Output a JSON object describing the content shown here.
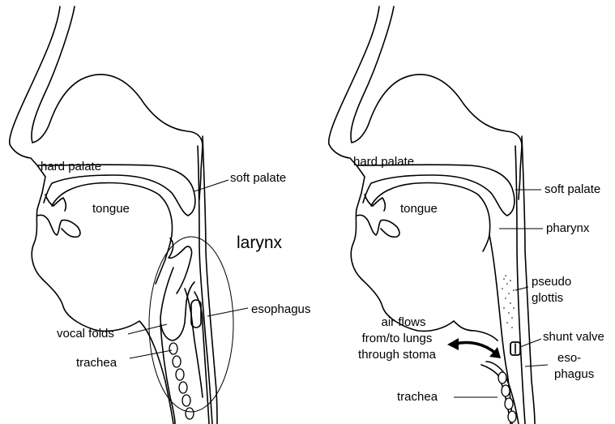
{
  "diagrams": [
    {
      "labels": {
        "hard_palate": "hard palate",
        "soft_palate": "soft palate",
        "tongue": "tongue",
        "larynx": "larynx",
        "esophagus": "esophagus",
        "vocal_folds": "vocal folds",
        "trachea": "trachea"
      }
    },
    {
      "labels": {
        "hard_palate": "hard palate",
        "soft_palate": "soft palate",
        "tongue": "tongue",
        "pharynx": "pharynx",
        "pseudo_glottis_1": "pseudo",
        "pseudo_glottis_2": "glottis",
        "air_flows_1": "air flows",
        "air_flows_2": "from/to lungs",
        "air_flows_3": "through stoma",
        "shunt_valve": "shunt valve",
        "esophagus_1": "eso-",
        "esophagus_2": "phagus",
        "trachea": "trachea"
      }
    }
  ]
}
